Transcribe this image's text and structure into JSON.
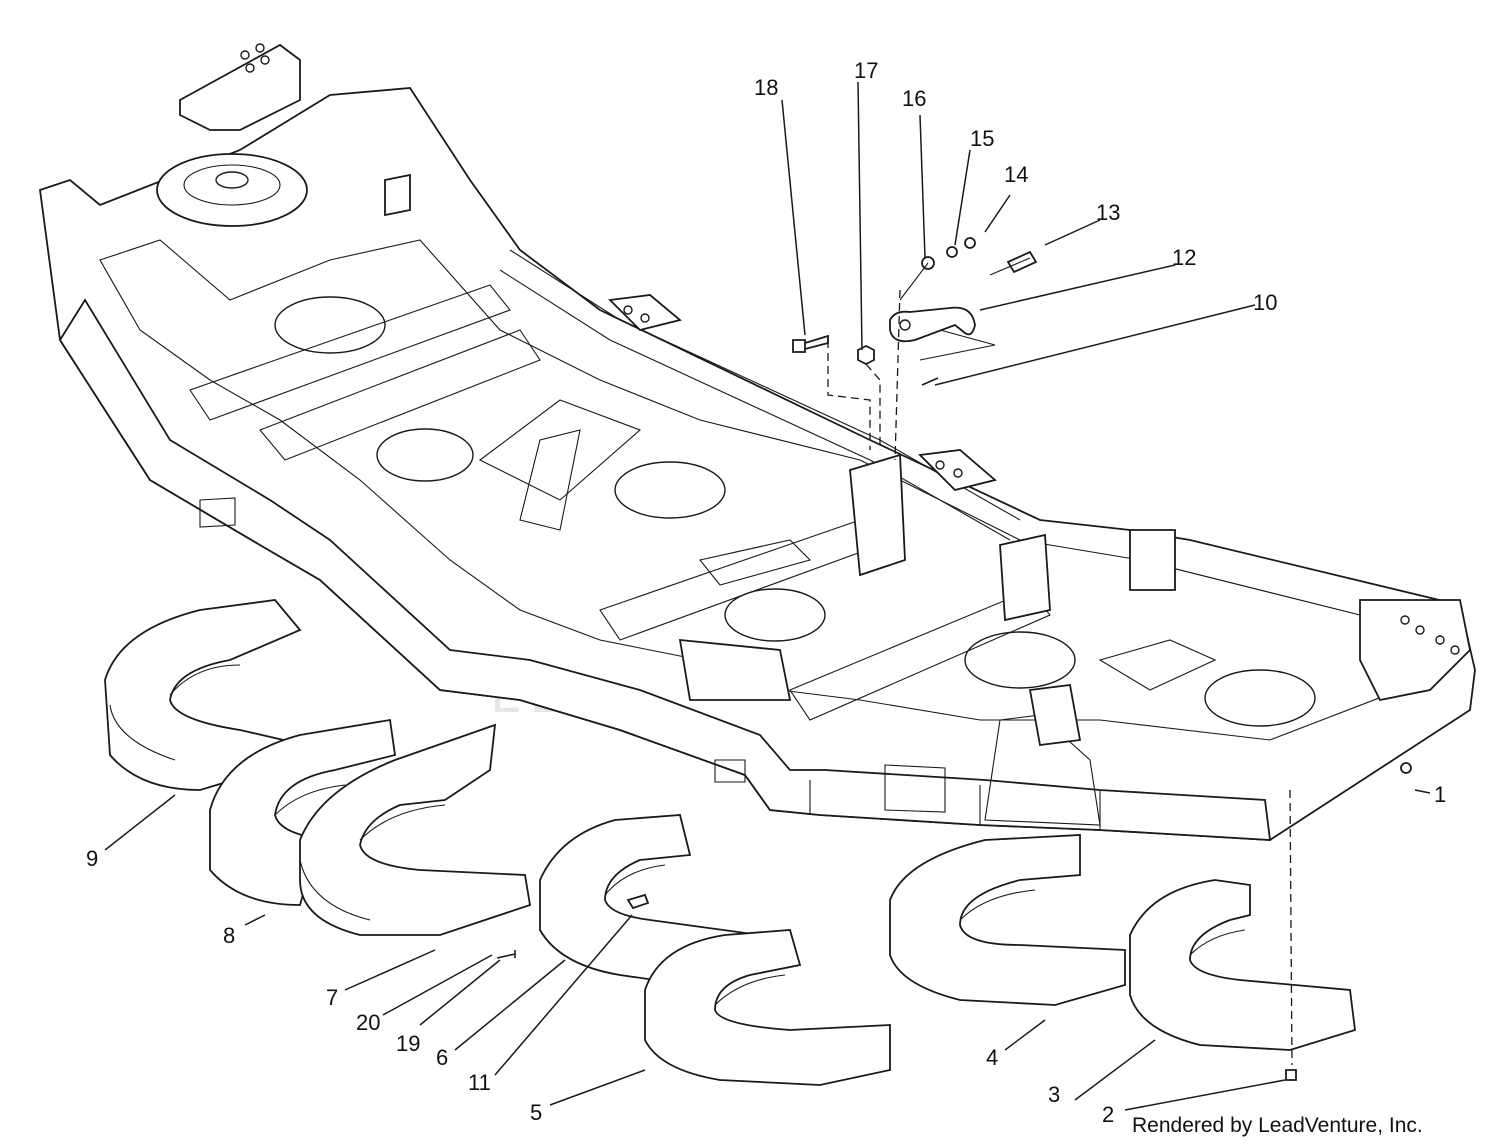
{
  "diagram": {
    "watermark": "LEADVENTURE",
    "credit": "Rendered by LeadVenture, Inc.",
    "callouts": [
      {
        "id": "c1",
        "label": "1"
      },
      {
        "id": "c2",
        "label": "2"
      },
      {
        "id": "c3",
        "label": "3"
      },
      {
        "id": "c4",
        "label": "4"
      },
      {
        "id": "c5",
        "label": "5"
      },
      {
        "id": "c6",
        "label": "6"
      },
      {
        "id": "c7",
        "label": "7"
      },
      {
        "id": "c8",
        "label": "8"
      },
      {
        "id": "c9",
        "label": "9"
      },
      {
        "id": "c10",
        "label": "10"
      },
      {
        "id": "c11",
        "label": "11"
      },
      {
        "id": "c12",
        "label": "12"
      },
      {
        "id": "c13",
        "label": "13"
      },
      {
        "id": "c14",
        "label": "14"
      },
      {
        "id": "c15",
        "label": "15"
      },
      {
        "id": "c16",
        "label": "16"
      },
      {
        "id": "c17",
        "label": "17"
      },
      {
        "id": "c18",
        "label": "18"
      },
      {
        "id": "c19",
        "label": "19"
      },
      {
        "id": "c20",
        "label": "20"
      }
    ]
  }
}
